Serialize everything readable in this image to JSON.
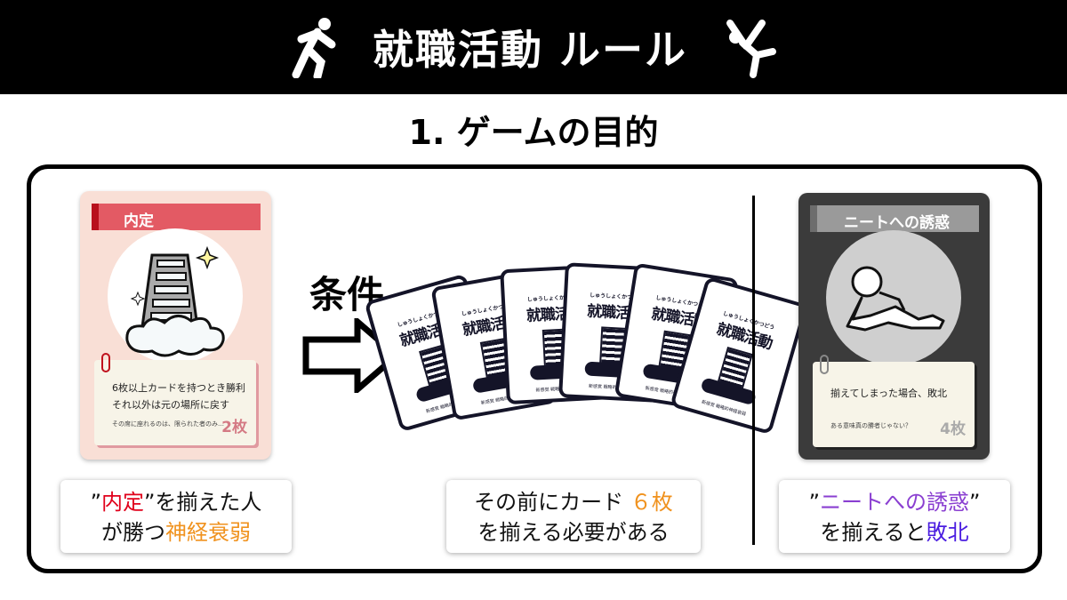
{
  "header": {
    "title": "就職活動 ルール",
    "left_icon": "running-person-icon",
    "right_icon": "falling-person-icon"
  },
  "section": {
    "title": "1. ゲームの目的"
  },
  "naitei_card": {
    "title": "内定",
    "line1": "6枚以上カードを持つとき勝利",
    "line2": "それ以外は元の場所に戻す",
    "flavor": "その席に座れるのは、限られた者のみ…",
    "count": "2枚",
    "accent": "#e35a64"
  },
  "condition": {
    "label": "条件",
    "card_back": {
      "ruby": "しゅうしょくかつどう",
      "title": "就職活動",
      "subtitle": "新感覚 戦略的神経衰弱"
    }
  },
  "neet_card": {
    "title": "ニートへの誘惑",
    "line1": "揃えてしまった場合、敗北",
    "flavor": "ある意味真の勝者じゃない？",
    "count": "4枚"
  },
  "captions": {
    "left": {
      "q1": "”",
      "hl": "内定",
      "q2": "”を揃えた人",
      "l2a": "が勝つ",
      "l2hl": "神経衰弱"
    },
    "middle": {
      "l1a": "その前にカード",
      "l1hl": "６枚",
      "l2": "を揃える必要がある"
    },
    "right": {
      "q1": "”",
      "hl": "ニートへの誘惑",
      "q2": "”",
      "l2a": "を揃えると",
      "l2hl": "敗北"
    }
  },
  "colors": {
    "red": "#e0001b",
    "orange": "#f0921e",
    "purple": "#8a3fd1",
    "blue": "#4a1de0"
  }
}
